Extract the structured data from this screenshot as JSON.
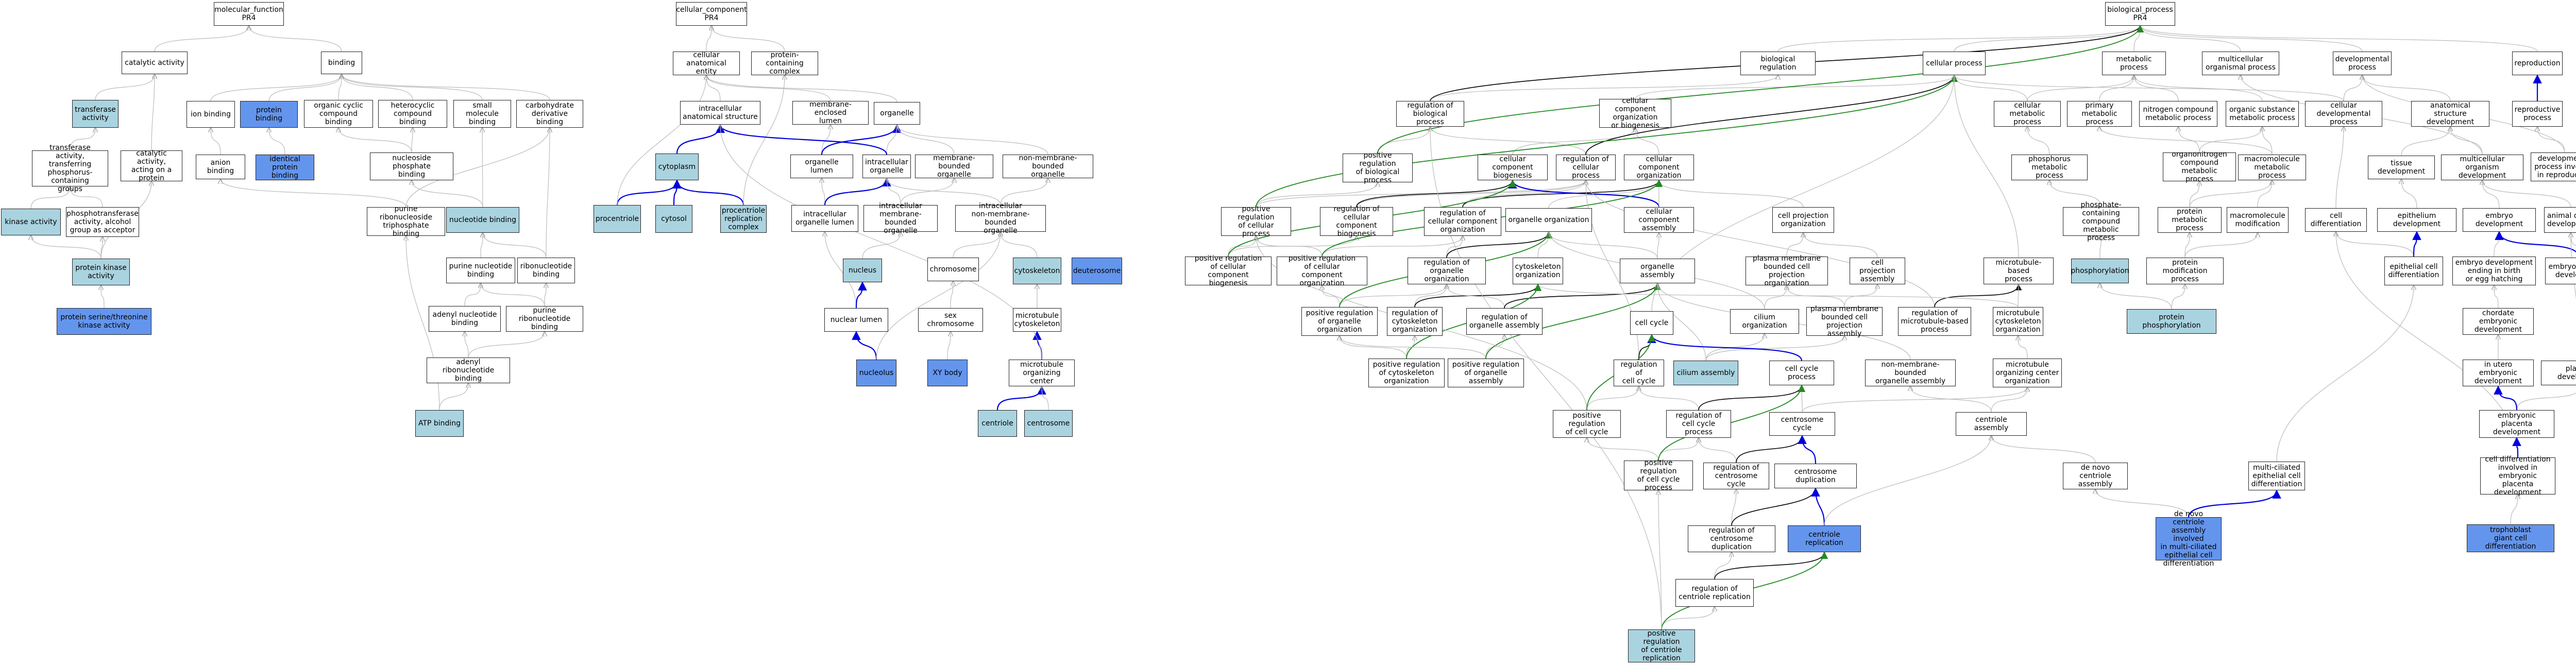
{
  "title": "",
  "colors": {
    "node_default": "#ffffff",
    "node_light": "#aad3e0",
    "node_dark": "#6495ed",
    "edge_is_a": "#bbbbbb",
    "edge_part_of": "#0000dd",
    "edge_positively_regulates": "#228b22",
    "edge_regulates": "#000000"
  },
  "nodes": [
    {
      "id": "mf",
      "label": "molecular_function\nPR4"
    },
    {
      "id": "cat_act",
      "label": "catalytic activity"
    },
    {
      "id": "binding",
      "label": "binding"
    },
    {
      "id": "transferase",
      "label": "transferase\nactivity"
    },
    {
      "id": "transf_phos",
      "label": "transferase\nactivity, transferring\nphosphorus-containing\ngroups"
    },
    {
      "id": "kinase",
      "label": "kinase activity"
    },
    {
      "id": "phosphotransferase",
      "label": "phosphotransferase\nactivity, alcohol\ngroup as acceptor"
    },
    {
      "id": "cat_protein",
      "label": "catalytic activity,\nacting on a\nprotein"
    },
    {
      "id": "protein_kinase",
      "label": "protein kinase\nactivity"
    },
    {
      "id": "ser_thr_kinase",
      "label": "protein serine/threonine\nkinase activity"
    },
    {
      "id": "ion_binding",
      "label": "ion binding"
    },
    {
      "id": "anion_binding",
      "label": "anion binding"
    },
    {
      "id": "protein_binding",
      "label": "protein binding"
    },
    {
      "id": "identical_protein",
      "label": "identical protein\nbinding"
    },
    {
      "id": "organic_cyclic",
      "label": "organic cyclic\ncompound binding"
    },
    {
      "id": "heterocyclic",
      "label": "heterocyclic\ncompound binding"
    },
    {
      "id": "small_molecule",
      "label": "small molecule\nbinding"
    },
    {
      "id": "carbohydrate_deriv",
      "label": "carbohydrate\nderivative binding"
    },
    {
      "id": "nucleoside_phos",
      "label": "nucleoside phosphate\nbinding"
    },
    {
      "id": "nucleotide_binding",
      "label": "nucleotide binding"
    },
    {
      "id": "purine_ribonuc_triphos",
      "label": "purine ribonucleoside\ntriphosphate\nbinding"
    },
    {
      "id": "purine_nucleotide",
      "label": "purine nucleotide\nbinding"
    },
    {
      "id": "ribonucleotide",
      "label": "ribonucleotide\nbinding"
    },
    {
      "id": "adenyl_nucleotide",
      "label": "adenyl nucleotide\nbinding"
    },
    {
      "id": "purine_ribonucleotide",
      "label": "purine ribonucleotide\nbinding"
    },
    {
      "id": "adenyl_ribonucleotide",
      "label": "adenyl ribonucleotide\nbinding"
    },
    {
      "id": "atp_binding",
      "label": "ATP binding"
    },
    {
      "id": "cc",
      "label": "cellular_component\nPR4"
    },
    {
      "id": "cell_anat_entity",
      "label": "cellular anatomical\nentity"
    },
    {
      "id": "protein_complex",
      "label": "protein-containing\ncomplex"
    },
    {
      "id": "intracell_anat",
      "label": "intracellular\nanatomical structure"
    },
    {
      "id": "membrane_lumen",
      "label": "membrane-enclosed\nlumen"
    },
    {
      "id": "organelle",
      "label": "organelle"
    },
    {
      "id": "cytoplasm",
      "label": "cytoplasm"
    },
    {
      "id": "procentriole",
      "label": "procentriole"
    },
    {
      "id": "cytosol",
      "label": "cytosol"
    },
    {
      "id": "procentriole_repl",
      "label": "procentriole\nreplication\ncomplex"
    },
    {
      "id": "organelle_lumen",
      "label": "organelle lumen"
    },
    {
      "id": "intracell_organelle",
      "label": "intracellular\norganelle"
    },
    {
      "id": "membrane_bounded_org",
      "label": "membrane-bounded\norganelle"
    },
    {
      "id": "non_membrane_bounded_org",
      "label": "non-membrane-bounded\norganelle"
    },
    {
      "id": "intracell_org_lumen",
      "label": "intracellular\norganelle lumen"
    },
    {
      "id": "intracell_mb_org",
      "label": "intracellular\nmembrane-bounded\norganelle"
    },
    {
      "id": "intracell_nmb_org",
      "label": "intracellular\nnon-membrane-bounded\norganelle"
    },
    {
      "id": "nucleus",
      "label": "nucleus"
    },
    {
      "id": "nuclear_lumen",
      "label": "nuclear lumen"
    },
    {
      "id": "nucleolus",
      "label": "nucleolus"
    },
    {
      "id": "chromosome",
      "label": "chromosome"
    },
    {
      "id": "sex_chromosome",
      "label": "sex chromosome"
    },
    {
      "id": "xy_body",
      "label": "XY body"
    },
    {
      "id": "cytoskeleton",
      "label": "cytoskeleton"
    },
    {
      "id": "deuterosome",
      "label": "deuterosome"
    },
    {
      "id": "microtubule_cytoskeleton",
      "label": "microtubule\ncytoskeleton"
    },
    {
      "id": "mtoc",
      "label": "microtubule\norganizing center"
    },
    {
      "id": "centriole",
      "label": "centriole"
    },
    {
      "id": "centrosome",
      "label": "centrosome"
    },
    {
      "id": "bp",
      "label": "biological_process\nPR4"
    },
    {
      "id": "biol_reg",
      "label": "biological regulation"
    },
    {
      "id": "cellular_process",
      "label": "cellular process"
    },
    {
      "id": "metabolic_process",
      "label": "metabolic process"
    },
    {
      "id": "multicell_org_proc",
      "label": "multicellular\norganismal process"
    },
    {
      "id": "developmental_process",
      "label": "developmental\nprocess"
    },
    {
      "id": "reproduction",
      "label": "reproduction"
    },
    {
      "id": "reg_biol_proc",
      "label": "regulation of\nbiological process"
    },
    {
      "id": "cc_org_biogen",
      "label": "cellular component\norganization\nor biogenesis"
    },
    {
      "id": "cell_metabolic",
      "label": "cellular metabolic\nprocess"
    },
    {
      "id": "primary_metabolic",
      "label": "primary metabolic\nprocess"
    },
    {
      "id": "nitrogen_compound",
      "label": "nitrogen compound\nmetabolic process"
    },
    {
      "id": "organic_substance",
      "label": "organic substance\nmetabolic process"
    },
    {
      "id": "cell_dev_proc",
      "label": "cellular developmental\nprocess"
    },
    {
      "id": "anat_struct_dev",
      "label": "anatomical structure\ndevelopment"
    },
    {
      "id": "reproductive_process",
      "label": "reproductive\nprocess"
    },
    {
      "id": "pos_reg_biol",
      "label": "positive regulation\nof biological\nprocess"
    },
    {
      "id": "cc_biogenesis",
      "label": "cellular component\nbiogenesis"
    },
    {
      "id": "reg_cellular_proc",
      "label": "regulation of\ncellular process"
    },
    {
      "id": "cc_organization",
      "label": "cellular component\norganization"
    },
    {
      "id": "phosphorus_metabolic",
      "label": "phosphorus metabolic\nprocess"
    },
    {
      "id": "organonitrogen",
      "label": "organonitrogen\ncompound metabolic\nprocess"
    },
    {
      "id": "macromolecule_metabolic",
      "label": "macromolecule\nmetabolic process"
    },
    {
      "id": "tissue_dev",
      "label": "tissue development"
    },
    {
      "id": "multicell_org_dev",
      "label": "multicellular\norganism development"
    },
    {
      "id": "dev_proc_repro",
      "label": "developmental\nprocess involved\nin reproduction"
    },
    {
      "id": "pos_reg_cell_proc",
      "label": "positive regulation\nof cellular\nprocess"
    },
    {
      "id": "reg_cc_biogen",
      "label": "regulation of\ncellular component\nbiogenesis"
    },
    {
      "id": "reg_cc_org",
      "label": "regulation of\ncellular component\norganization"
    },
    {
      "id": "organelle_org",
      "label": "organelle organization"
    },
    {
      "id": "cc_assembly",
      "label": "cellular component\nassembly"
    },
    {
      "id": "cell_projection_org",
      "label": "cell projection\norganization"
    },
    {
      "id": "phosphate_containing",
      "label": "phosphate-containing\ncompound metabolic\nprocess"
    },
    {
      "id": "protein_metabolic",
      "label": "protein metabolic\nprocess"
    },
    {
      "id": "macromolecule_mod",
      "label": "macromolecule\nmodification"
    },
    {
      "id": "cell_differentiation",
      "label": "cell differentiation"
    },
    {
      "id": "epithelium_dev",
      "label": "epithelium development"
    },
    {
      "id": "embryo_dev",
      "label": "embryo development"
    },
    {
      "id": "animal_organ_dev",
      "label": "animal organ\ndevelopment"
    },
    {
      "id": "pos_reg_cc_biogen",
      "label": "positive regulation\nof cellular\ncomponent biogenesis"
    },
    {
      "id": "pos_reg_cc_org",
      "label": "positive regulation\nof cellular\ncomponent organization"
    },
    {
      "id": "reg_organelle_org",
      "label": "regulation of\norganelle organization"
    },
    {
      "id": "cytoskeleton_org",
      "label": "cytoskeleton\norganization"
    },
    {
      "id": "plasma_membrane_proj",
      "label": "plasma membrane\nbounded cell\nprojection organization"
    },
    {
      "id": "cell_projection_assembly",
      "label": "cell projection\nassembly"
    },
    {
      "id": "microtubule_based",
      "label": "microtubule-based\nprocess"
    },
    {
      "id": "protein_mod_proc",
      "label": "protein modification\nprocess"
    },
    {
      "id": "phosphorylation",
      "label": "phosphorylation"
    },
    {
      "id": "epithelial_cell_diff",
      "label": "epithelial cell\ndifferentiation"
    },
    {
      "id": "embryo_dev_hatching",
      "label": "embryo development\nending in birth\nor egg hatching"
    },
    {
      "id": "embryonic_organ_dev",
      "label": "embryonic organ\ndevelopment"
    },
    {
      "id": "organelle_assembly",
      "label": "organelle assembly"
    },
    {
      "id": "pos_reg_organelle_org",
      "label": "positive regulation\nof organelle\norganization"
    },
    {
      "id": "reg_cytoskeleton_org",
      "label": "regulation of\ncytoskeleton\norganization"
    },
    {
      "id": "reg_organelle_assembly",
      "label": "regulation of\norganelle assembly"
    },
    {
      "id": "cilium_organization",
      "label": "cilium organization"
    },
    {
      "id": "plasma_membrane_proj_assembly",
      "label": "plasma membrane\nbounded cell\nprojection assembly"
    },
    {
      "id": "reg_microtubule_based",
      "label": "regulation of\nmicrotubule-based\nprocess"
    },
    {
      "id": "microtubule_cytoskeleton_org",
      "label": "microtubule\ncytoskeleton\norganization"
    },
    {
      "id": "protein_phosphorylation",
      "label": "protein phosphorylation"
    },
    {
      "id": "chordate_embryonic",
      "label": "chordate embryonic\ndevelopment"
    },
    {
      "id": "cell_cycle",
      "label": "cell cycle"
    },
    {
      "id": "pos_reg_cytoskeleton_org",
      "label": "positive regulation\nof cytoskeleton\norganization"
    },
    {
      "id": "pos_reg_organelle_assembly",
      "label": "positive regulation\nof organelle\nassembly"
    },
    {
      "id": "reg_cell_cycle",
      "label": "regulation of\ncell cycle"
    },
    {
      "id": "cilium_assembly",
      "label": "cilium assembly"
    },
    {
      "id": "cell_cycle_process",
      "label": "cell cycle process"
    },
    {
      "id": "non_mb_org_assembly",
      "label": "non-membrane-bounded\norganelle assembly"
    },
    {
      "id": "mtoc_org",
      "label": "microtubule\norganizing center\norganization"
    },
    {
      "id": "in_utero_embryonic",
      "label": "in utero embryonic\ndevelopment"
    },
    {
      "id": "placenta_dev",
      "label": "placenta development"
    },
    {
      "id": "pos_reg_cell_cycle",
      "label": "positive regulation\nof cell cycle"
    },
    {
      "id": "reg_cell_cycle_proc",
      "label": "regulation of\ncell cycle process"
    },
    {
      "id": "centrosome_cycle",
      "label": "centrosome cycle"
    },
    {
      "id": "centriole_assembly",
      "label": "centriole assembly"
    },
    {
      "id": "embryonic_placenta_dev",
      "label": "embryonic placenta\ndevelopment"
    },
    {
      "id": "pos_reg_cell_cycle_proc",
      "label": "positive regulation\nof cell cycle\nprocess"
    },
    {
      "id": "reg_centrosome_cycle",
      "label": "regulation of\ncentrosome cycle"
    },
    {
      "id": "centrosome_duplication",
      "label": "centrosome duplication"
    },
    {
      "id": "de_novo_centriole",
      "label": "de novo centriole\nassembly"
    },
    {
      "id": "multiciliated_diff",
      "label": "multi-ciliated\nepithelial cell\ndifferentiation"
    },
    {
      "id": "cell_diff_placenta",
      "label": "cell differentiation\ninvolved in\nembryonic placenta\ndevelopment"
    },
    {
      "id": "reg_centrosome_dup",
      "label": "regulation of\ncentrosome duplication"
    },
    {
      "id": "centriole_replication",
      "label": "centriole replication"
    },
    {
      "id": "de_novo_multiciliated",
      "label": "de novo centriole\nassembly involved\nin multi-ciliated\nepithelial cell\ndifferentiation"
    },
    {
      "id": "trophoblast_giant",
      "label": "trophoblast\ngiant cell differentiation"
    },
    {
      "id": "reg_centriole_repl",
      "label": "regulation of\ncentriole replication"
    },
    {
      "id": "pos_reg_centriole_repl",
      "label": "positive regulation\nof centriole\nreplication"
    }
  ]
}
